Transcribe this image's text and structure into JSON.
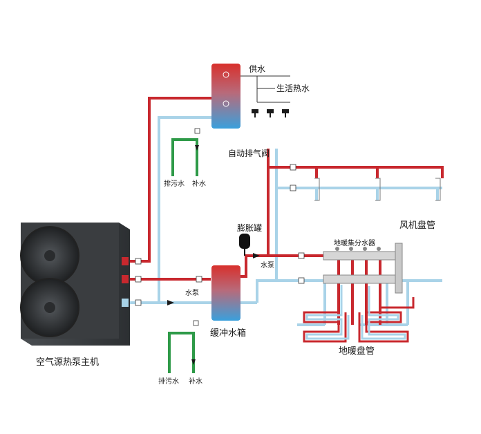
{
  "labels": {
    "supply_water": "供水",
    "domestic_hot_water": "生活热水",
    "auto_air_vent": "自动排气阀",
    "drain_top": "排污水",
    "makeup_top": "补水",
    "fan_coil": "风机盘管",
    "expansion_tank": "膨胀罐",
    "pump_right": "水泵",
    "floor_manifold": "地暖集分水器",
    "pump_left": "水泵",
    "buffer_tank": "缓冲水箱",
    "floor_heating_coil": "地暖盘管",
    "heat_pump_unit": "空气源热泵主机",
    "drain_bottom": "排污水",
    "makeup_bottom": "补水"
  },
  "colors": {
    "hot_pipe": "#c8282e",
    "cold_pipe": "#a9d3e8",
    "makeup_pipe": "#2e9a48",
    "unit_body": "#3a3d40",
    "tank_hot": "#d8302c",
    "tank_cold": "#3aa0dc"
  }
}
